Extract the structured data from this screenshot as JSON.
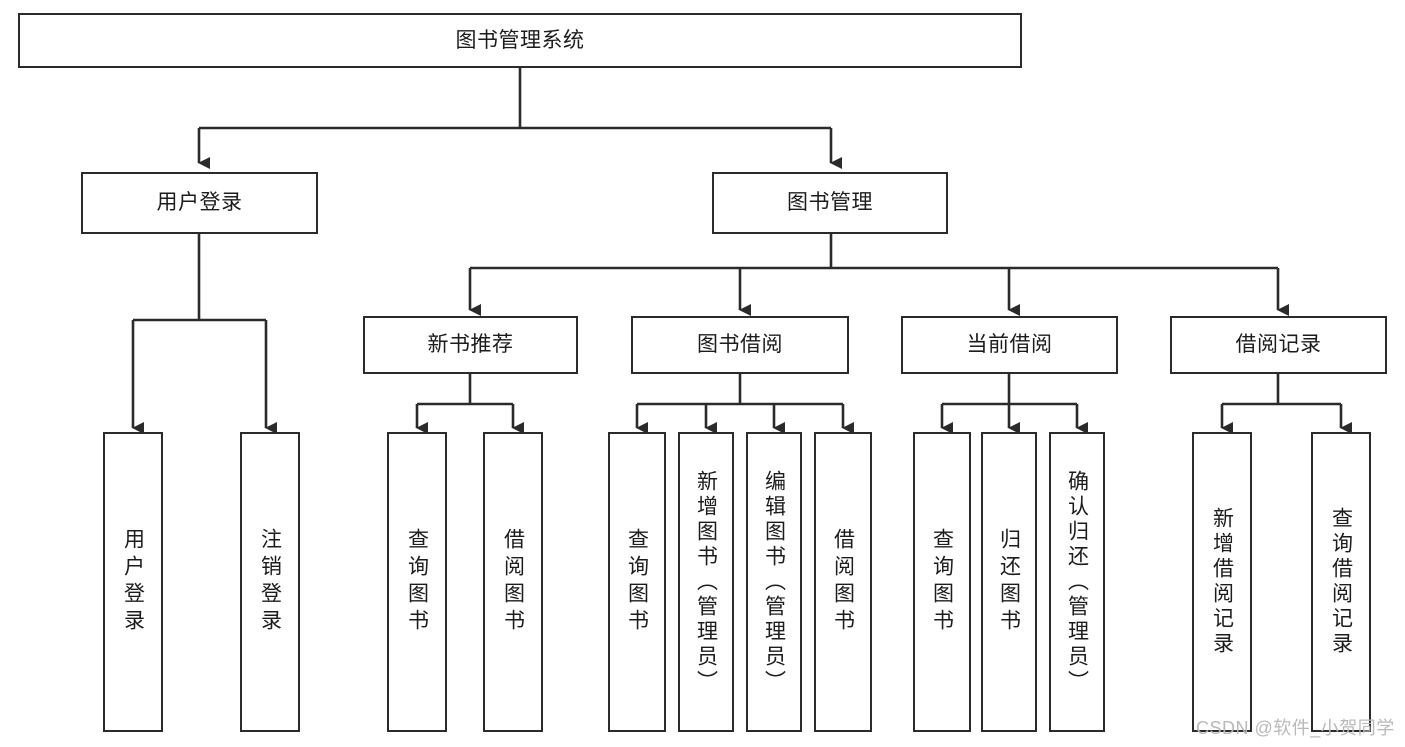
{
  "diagram": {
    "title": "图书管理系统",
    "type": "hierarchy-tree",
    "watermark": "CSDN @软件_小贺同学",
    "colors": {
      "box_border": "#2b2b2b",
      "box_fill": "#ffffff",
      "connector": "#2b2b2b",
      "text": "#1c1c1c",
      "watermark": "#b9b9b9",
      "canvas": "#ffffff"
    },
    "levels": {
      "root": {
        "label": "图书管理系统",
        "orientation": "horizontal"
      },
      "level2": [
        {
          "id": "user-login",
          "label": "用户登录",
          "orientation": "horizontal"
        },
        {
          "id": "book-management",
          "label": "图书管理",
          "orientation": "horizontal"
        }
      ],
      "level3": [
        {
          "id": "new-book-recommend",
          "label": "新书推荐",
          "orientation": "horizontal",
          "parent": "book-management"
        },
        {
          "id": "book-borrow",
          "label": "图书借阅",
          "orientation": "horizontal",
          "parent": "book-management"
        },
        {
          "id": "current-borrow",
          "label": "当前借阅",
          "orientation": "horizontal",
          "parent": "book-management"
        },
        {
          "id": "borrow-record",
          "label": "借阅记录",
          "orientation": "horizontal",
          "parent": "book-management"
        }
      ],
      "leaves": [
        {
          "id": "leaf-user-login",
          "label": "用户登录",
          "orientation": "vertical",
          "parent": "user-login"
        },
        {
          "id": "leaf-logout-login",
          "label": "注销登录",
          "orientation": "vertical",
          "parent": "user-login"
        },
        {
          "id": "leaf-query-book-1",
          "label": "查询图书",
          "orientation": "vertical",
          "parent": "new-book-recommend"
        },
        {
          "id": "leaf-borrow-book-1",
          "label": "借阅图书",
          "orientation": "vertical",
          "parent": "new-book-recommend"
        },
        {
          "id": "leaf-query-book-2",
          "label": "查询图书",
          "orientation": "vertical",
          "parent": "book-borrow"
        },
        {
          "id": "leaf-add-book",
          "label": "新增图书（管理员）",
          "orientation": "vertical",
          "parent": "book-borrow"
        },
        {
          "id": "leaf-edit-book",
          "label": "编辑图书（管理员）",
          "orientation": "vertical",
          "parent": "book-borrow"
        },
        {
          "id": "leaf-borrow-book-2",
          "label": "借阅图书",
          "orientation": "vertical",
          "parent": "book-borrow"
        },
        {
          "id": "leaf-query-book-3",
          "label": "查询图书",
          "orientation": "vertical",
          "parent": "current-borrow"
        },
        {
          "id": "leaf-return-book",
          "label": "归还图书",
          "orientation": "vertical",
          "parent": "current-borrow"
        },
        {
          "id": "leaf-confirm-return",
          "label": "确认归还（管理员）",
          "orientation": "vertical",
          "parent": "current-borrow"
        },
        {
          "id": "leaf-add-record",
          "label": "新增借阅记录",
          "orientation": "vertical",
          "parent": "borrow-record"
        },
        {
          "id": "leaf-query-record",
          "label": "查询借阅记录",
          "orientation": "vertical",
          "parent": "borrow-record"
        }
      ]
    }
  }
}
